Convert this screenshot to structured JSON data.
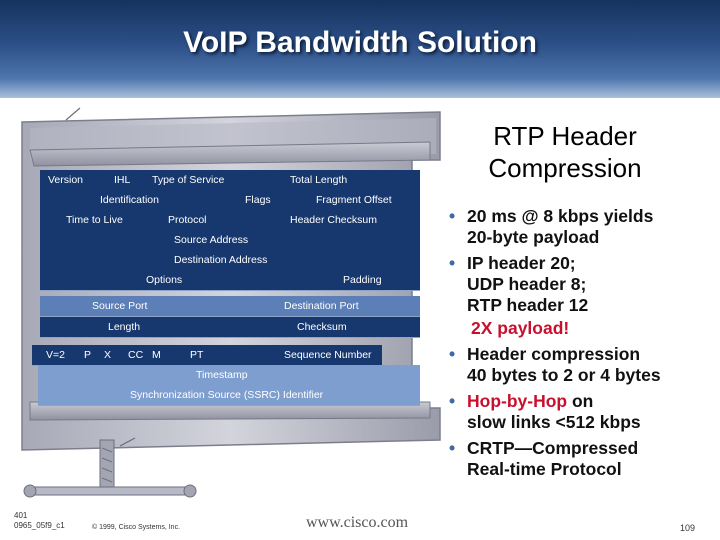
{
  "title": "VoIP Bandwidth Solution",
  "ip_header": {
    "row1": {
      "version": "Version",
      "ihl": "IHL",
      "tos": "Type of Service",
      "total_length": "Total Length"
    },
    "row2": {
      "identification": "Identification",
      "flags": "Flags",
      "fragment_offset": "Fragment Offset"
    },
    "row3": {
      "ttl": "Time to Live",
      "protocol": "Protocol",
      "checksum": "Header Checksum"
    },
    "row4": {
      "source": "Source Address"
    },
    "row5": {
      "destination": "Destination Address"
    },
    "row6": {
      "options": "Options",
      "padding": "Padding"
    }
  },
  "udp_header": {
    "row1": {
      "source_port": "Source Port",
      "destination_port": "Destination Port"
    },
    "row2": {
      "length": "Length",
      "checksum": "Checksum"
    }
  },
  "rtp_header": {
    "row1": {
      "v": "V=2",
      "p": "P",
      "x": "X",
      "cc": "CC",
      "m": "M",
      "pt": "PT",
      "seq": "Sequence Number"
    },
    "row2": {
      "timestamp": "Timestamp"
    },
    "row3": {
      "ssrc": "Synchronization Source (SSRC) Identifier"
    }
  },
  "panel": {
    "title_line1": "RTP Header",
    "title_line2": "Compression",
    "bullet1_line1": "20 ms @ 8 kbps yields",
    "bullet1_line2": "20-byte payload",
    "bullet2_line1": "IP header 20;",
    "bullet2_line2": "UDP header 8;",
    "bullet2_line3": "RTP header 12",
    "payload_note": "2X payload!",
    "bullet3_line1": "Header compression",
    "bullet3_line2": "40 bytes to 2 or 4 bytes",
    "bullet4_red": "Hop-by-Hop",
    "bullet4_rest": " on",
    "bullet4_line2": "slow links <512 kbps",
    "bullet5_line1": "CRTP—Compressed",
    "bullet5_line2": "Real-time Protocol"
  },
  "footer": {
    "code1": "401",
    "code2": "0965_05f9_c1",
    "copyright": "© 1999, Cisco Systems, Inc.",
    "url": "www.cisco.com",
    "page": "109"
  }
}
